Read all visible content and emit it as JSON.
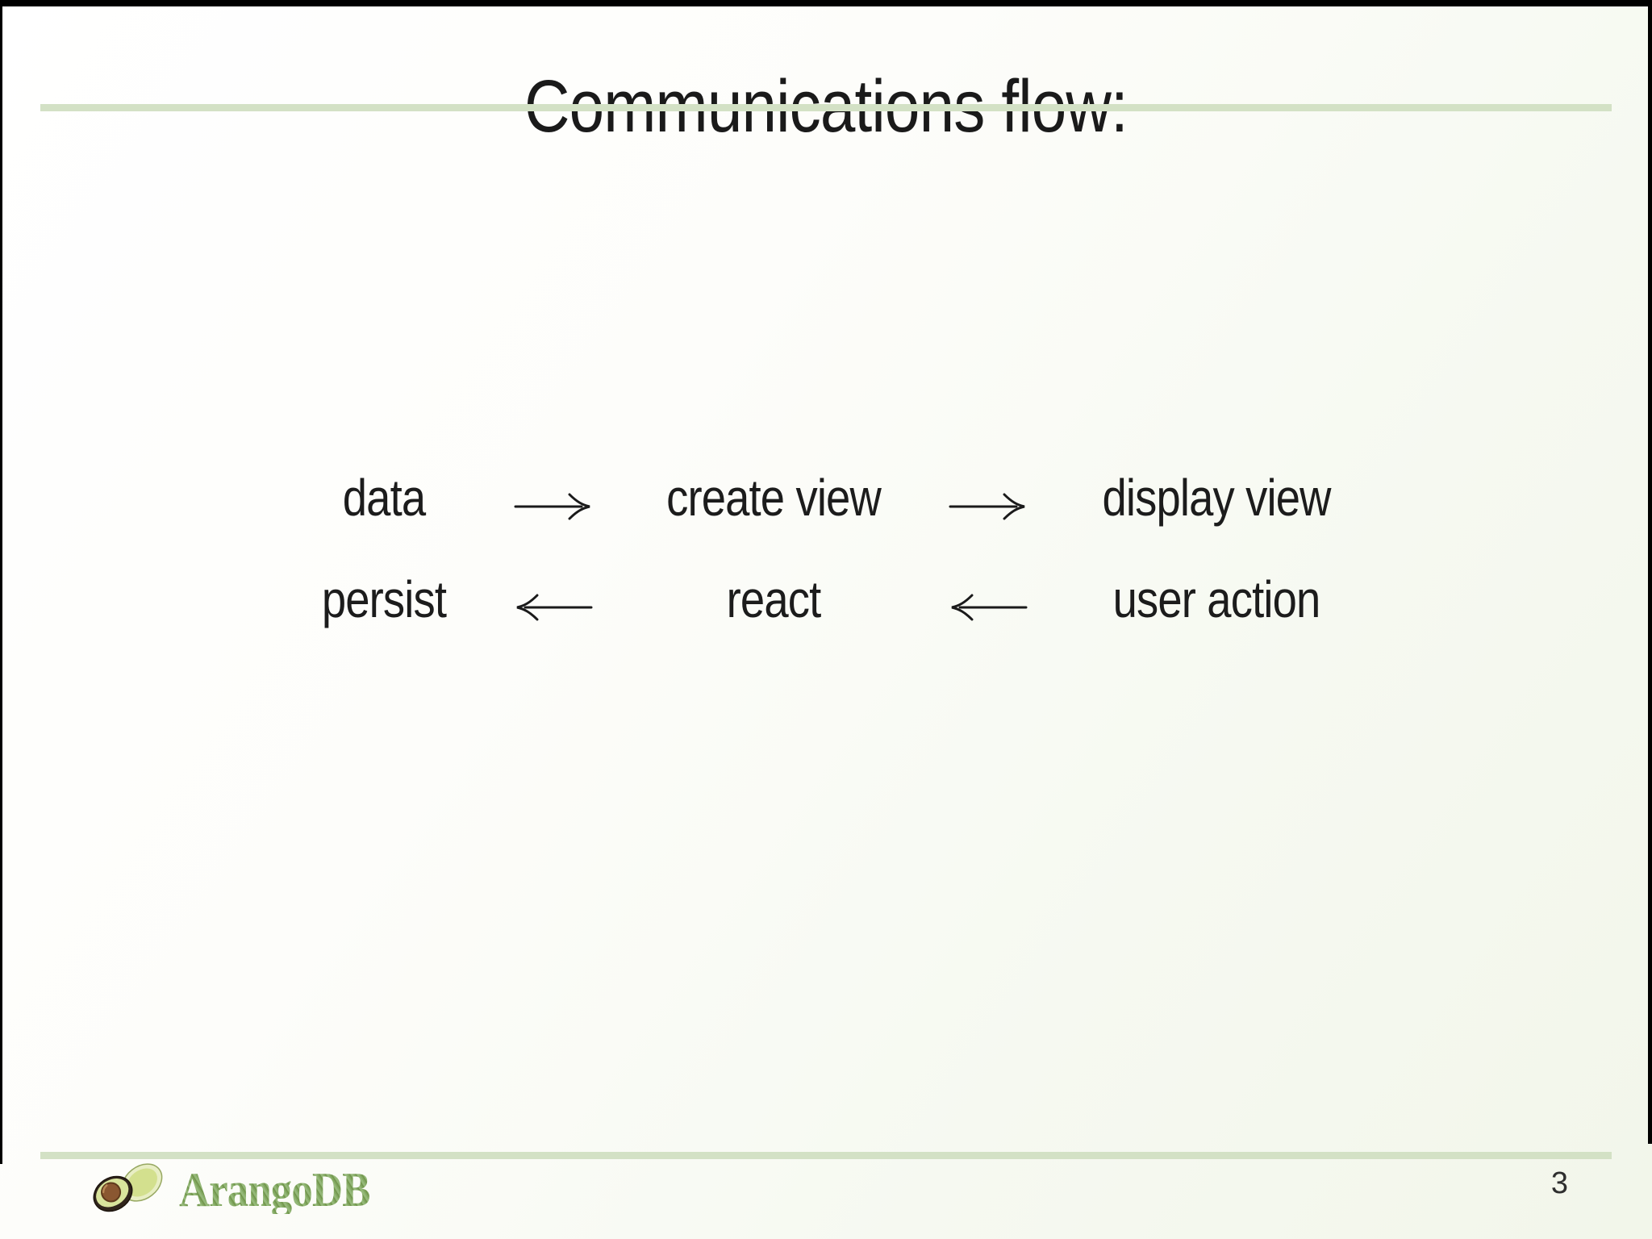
{
  "slide": {
    "title": "Communications flow:",
    "page_number": "3"
  },
  "flow": {
    "rows": [
      {
        "col1": "data",
        "col2": "create view",
        "col3": "display view",
        "arrow_direction": "right"
      },
      {
        "col1": "persist",
        "col2": "react",
        "col3": "user action",
        "arrow_direction": "left"
      }
    ]
  },
  "footer": {
    "brand": "ArangoDB"
  },
  "colors": {
    "accent_line": "#d3e1c5",
    "text": "#1c1c1c",
    "brand_green": "#86aa64",
    "background_tint": "#f2f6ea"
  }
}
